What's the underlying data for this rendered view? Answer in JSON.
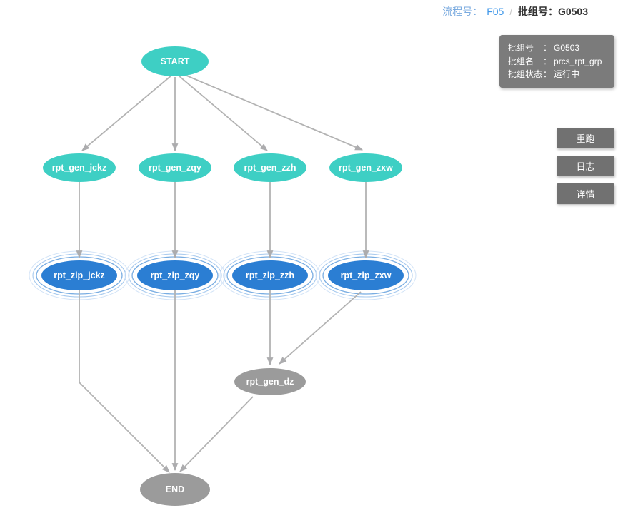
{
  "header": {
    "flow_label": "流程号：",
    "flow_value": "F05",
    "separator": "/",
    "batch_label": "批组号：",
    "batch_value": "G0503"
  },
  "info_box": {
    "colon": "：",
    "rows": [
      {
        "label": "批组号",
        "value": "G0503"
      },
      {
        "label": "批组名",
        "value": "prcs_rpt_grp"
      },
      {
        "label": "批组状态",
        "value": "运行中"
      }
    ]
  },
  "actions": [
    {
      "label": "重跑"
    },
    {
      "label": "日志"
    },
    {
      "label": "详情"
    }
  ],
  "colors": {
    "node_teal": "#3ecfc4",
    "node_blue": "#2b7ed3",
    "node_gray": "#9b9b9b",
    "edge_gray": "#b3b3b3",
    "ring_blue": "#79ade2",
    "panel_bg": "#7b7b7b",
    "button_bg": "#717171",
    "link_blue": "#3f97e9"
  },
  "diagram": {
    "nodes": {
      "start": {
        "label": "START",
        "status_color": "#3ecfc4"
      },
      "gen_jckz": {
        "label": "rpt_gen_jckz",
        "status_color": "#3ecfc4"
      },
      "gen_zqy": {
        "label": "rpt_gen_zqy",
        "status_color": "#3ecfc4"
      },
      "gen_zzh": {
        "label": "rpt_gen_zzh",
        "status_color": "#3ecfc4"
      },
      "gen_zxw": {
        "label": "rpt_gen_zxw",
        "status_color": "#3ecfc4"
      },
      "zip_jckz": {
        "label": "rpt_zip_jckz",
        "status_color": "#2b7ed3"
      },
      "zip_zqy": {
        "label": "rpt_zip_zqy",
        "status_color": "#2b7ed3"
      },
      "zip_zzh": {
        "label": "rpt_zip_zzh",
        "status_color": "#2b7ed3"
      },
      "zip_zxw": {
        "label": "rpt_zip_zxw",
        "status_color": "#2b7ed3"
      },
      "gen_dz": {
        "label": "rpt_gen_dz",
        "status_color": "#9b9b9b"
      },
      "end": {
        "label": "END",
        "status_color": "#9b9b9b"
      }
    },
    "edges": [
      {
        "from": "START",
        "to": "rpt_gen_jckz"
      },
      {
        "from": "START",
        "to": "rpt_gen_zqy"
      },
      {
        "from": "START",
        "to": "rpt_gen_zzh"
      },
      {
        "from": "START",
        "to": "rpt_gen_zxw"
      },
      {
        "from": "rpt_gen_jckz",
        "to": "rpt_zip_jckz"
      },
      {
        "from": "rpt_gen_zqy",
        "to": "rpt_zip_zqy"
      },
      {
        "from": "rpt_gen_zzh",
        "to": "rpt_zip_zzh"
      },
      {
        "from": "rpt_gen_zxw",
        "to": "rpt_zip_zxw"
      },
      {
        "from": "rpt_zip_zzh",
        "to": "rpt_gen_dz"
      },
      {
        "from": "rpt_zip_zxw",
        "to": "rpt_gen_dz"
      },
      {
        "from": "rpt_zip_jckz",
        "to": "END"
      },
      {
        "from": "rpt_zip_zqy",
        "to": "END"
      },
      {
        "from": "rpt_gen_dz",
        "to": "END"
      }
    ]
  }
}
